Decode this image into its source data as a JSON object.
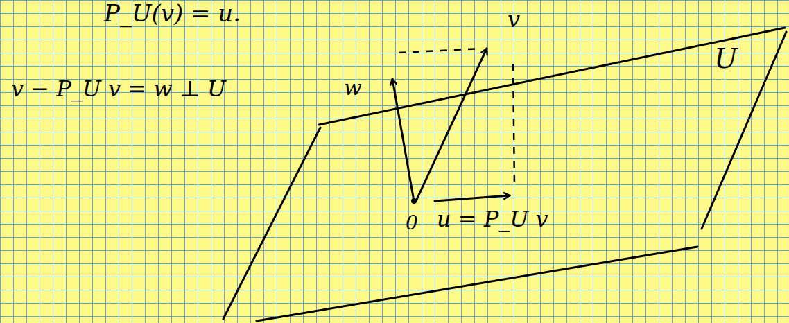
{
  "diagram": {
    "labels": [
      "P_U(v) = u.",
      "v − P_U v = w ⊥ U",
      "w",
      "v",
      "U",
      "0",
      "u = P_U v"
    ]
  }
}
